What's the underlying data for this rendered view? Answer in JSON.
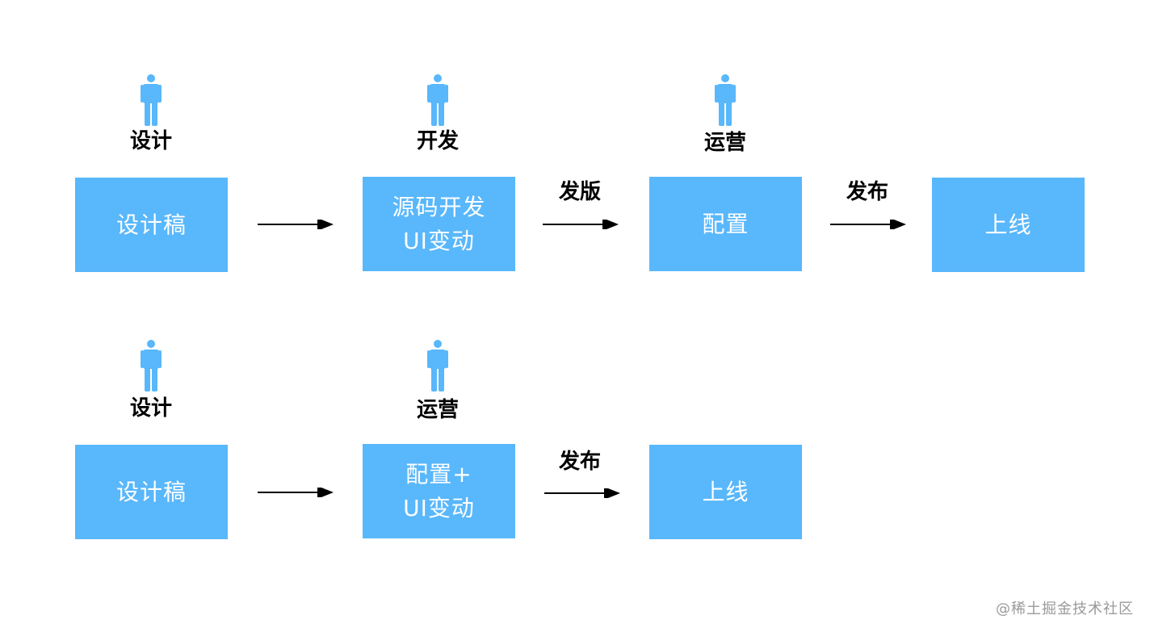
{
  "colors": {
    "box": "#59b7fb",
    "person": "#59b7fb",
    "text": "#000000",
    "box_text": "#ffffff"
  },
  "flow_top": {
    "roles": {
      "design": "设计",
      "dev": "开发",
      "ops": "运营"
    },
    "boxes": {
      "design_draft": "设计稿",
      "source_dev_line1": "源码开发",
      "source_dev_line2": "UI变动",
      "config": "配置",
      "online": "上线"
    },
    "arrows": {
      "release": "发版",
      "publish": "发布"
    }
  },
  "flow_bottom": {
    "roles": {
      "design": "设计",
      "ops": "运营"
    },
    "boxes": {
      "design_draft": "设计稿",
      "config_ui_line1": "配置+",
      "config_ui_line2": "UI变动",
      "online": "上线"
    },
    "arrows": {
      "publish": "发布"
    }
  },
  "watermark": "@稀土掘金技术社区"
}
